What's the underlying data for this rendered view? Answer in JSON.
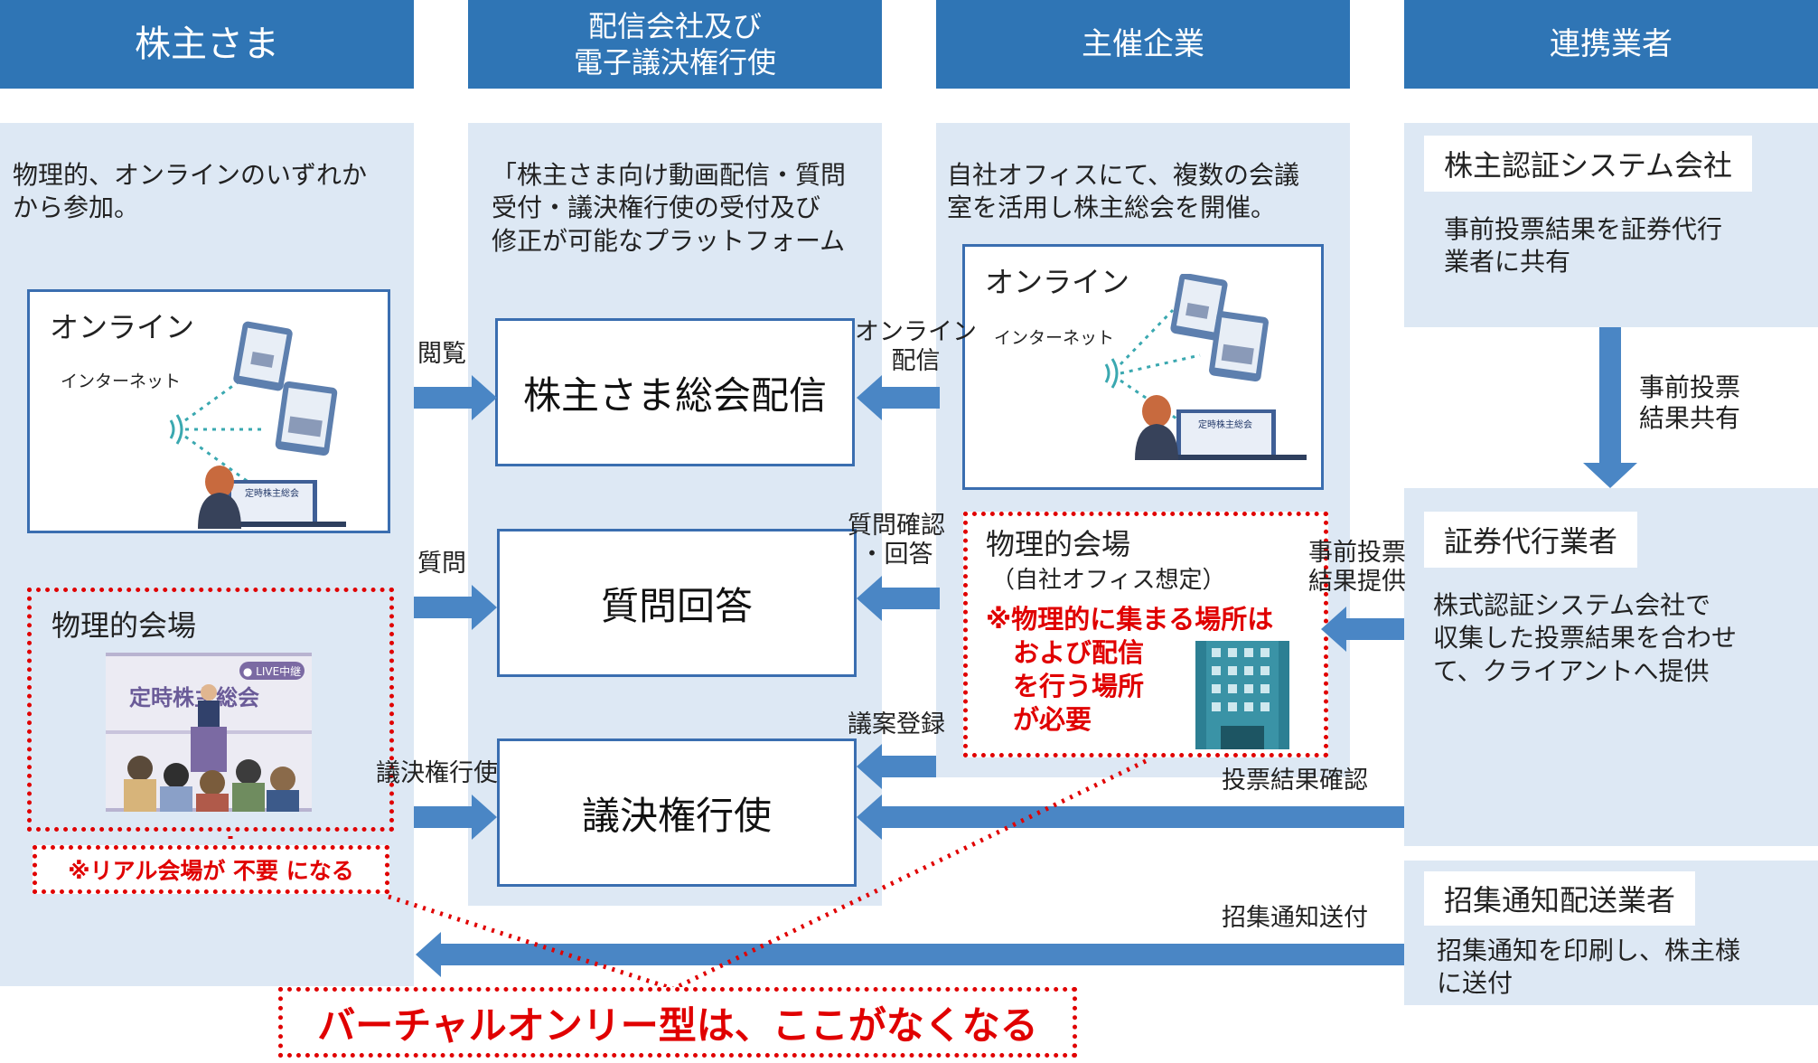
{
  "headers": {
    "shareholders": "株主さま",
    "platform_line1": "配信会社及び",
    "platform_line2": "電子議決権行使",
    "organizer": "主催企業",
    "partners": "連携業者"
  },
  "shareholders": {
    "desc_line1": "物理的、オンラインのいずれか",
    "desc_line2": "から参加。",
    "online_title": "オンライン",
    "internet_label": "インターネット",
    "screen_text": "定時株主総会",
    "physical_title": "物理的会場",
    "live_badge": "● LIVE中継",
    "venue_banner": "定時株主総会",
    "note": "※リアル会場が 不要 になる"
  },
  "platform": {
    "desc_line1": "「株主さま向け動画配信・質問",
    "desc_line2": "受付・議決権行使の受付及び",
    "desc_line3": "修正が可能なプラットフォーム",
    "stream_box": "株主さま総会配信",
    "qa_box": "質問回答",
    "vote_box": "議決権行使"
  },
  "organizer": {
    "desc_line1": "自社オフィスにて、複数の会議",
    "desc_line2": "室を活用し株主総会を開催。",
    "online_title": "オンライン",
    "internet_label": "インターネット",
    "screen_text": "定時株主総会",
    "physical_title": "物理的会場",
    "physical_sub": "（自社オフィス想定）",
    "note_line1": "※物理的に集まる場所は",
    "note_line2": "および配信",
    "note_line3": "を行う場所",
    "note_line4": "が必要"
  },
  "partners": {
    "auth_title": "株主認証システム会社",
    "auth_desc_line1": "事前投票結果を証券代行",
    "auth_desc_line2": "業者に共有",
    "share_label_line1": "事前投票",
    "share_label_line2": "結果共有",
    "agent_title": "証券代行業者",
    "agent_desc_line1": "株式認証システム会社で",
    "agent_desc_line2": "収集した投票結果を合わせ",
    "agent_desc_line3": "て、クライアントへ提供",
    "notice_title": "招集通知配送業者",
    "notice_desc_line1": "招集通知を印刷し、株主様",
    "notice_desc_line2": "に送付"
  },
  "arrows": {
    "view": "閲覧",
    "question": "質問",
    "vote": "議決権行使",
    "online_line1": "オンライン",
    "online_line2": "配信",
    "qa_line1": "質問確認",
    "qa_line2": "・回答",
    "agenda": "議案登録",
    "prevote_line1": "事前投票",
    "prevote_line2": "結果提供",
    "vote_confirm": "投票結果確認",
    "notice_send": "招集通知送付"
  },
  "footer": {
    "banner": "バーチャルオンリー型は、ここがなくなる"
  },
  "colors": {
    "header_blue": "#2f75b5",
    "column_bg": "#dde8f4",
    "arrow_blue": "#4a86c5",
    "note_red": "#e00000"
  }
}
